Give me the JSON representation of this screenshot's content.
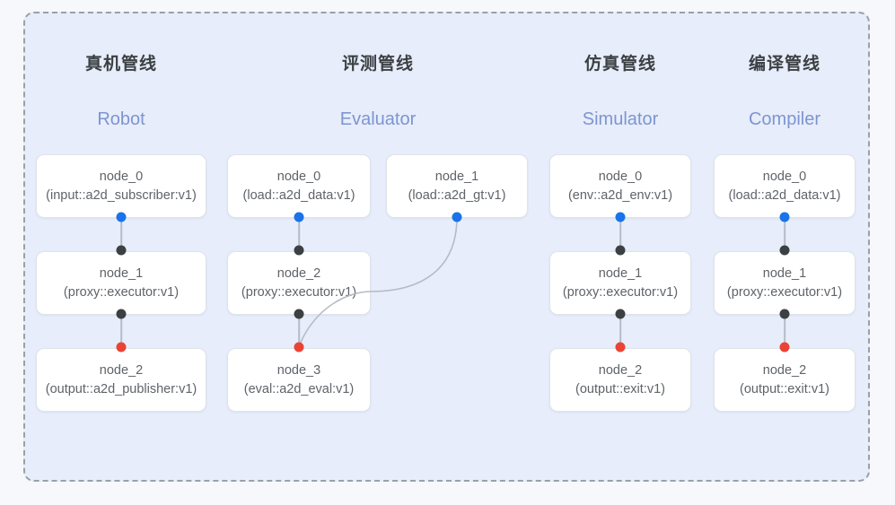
{
  "diagram": {
    "background_color": "#f7f8fb",
    "panel_color": "#e7edfa",
    "frame_border_color": "#9aa0a6",
    "port_colors": {
      "input": "#1a73e8",
      "internal": "#3c4043",
      "output": "#ea4335"
    },
    "link_color": "#b6bcc6",
    "title_color": "#3c4043",
    "subtitle_color": "#7d95d0",
    "node_text_color": "#5f6368"
  },
  "columns": [
    {
      "title_cn": "真机管线",
      "title_en": "Robot",
      "nodes": [
        {
          "id": "node_0",
          "type": "(input::a2d_subscriber:v1)"
        },
        {
          "id": "node_1",
          "type": "(proxy::executor:v1)"
        },
        {
          "id": "node_2",
          "type": "(output::a2d_publisher:v1)"
        }
      ]
    },
    {
      "title_cn": "评测管线",
      "title_en": "Evaluator",
      "nodes": [
        {
          "id": "node_0",
          "type": "(load::a2d_data:v1)"
        },
        {
          "id": "node_1",
          "type": "(load::a2d_gt:v1)"
        },
        {
          "id": "node_2",
          "type": "(proxy::executor:v1)"
        },
        {
          "id": "node_3",
          "type": "(eval::a2d_eval:v1)"
        }
      ]
    },
    {
      "title_cn": "仿真管线",
      "title_en": "Simulator",
      "nodes": [
        {
          "id": "node_0",
          "type": "(env::a2d_env:v1)"
        },
        {
          "id": "node_1",
          "type": "(proxy::executor:v1)"
        },
        {
          "id": "node_2",
          "type": "(output::exit:v1)"
        }
      ]
    },
    {
      "title_cn": "编译管线",
      "title_en": "Compiler",
      "nodes": [
        {
          "id": "node_0",
          "type": "(load::a2d_data:v1)"
        },
        {
          "id": "node_1",
          "type": "(proxy::executor:v1)"
        },
        {
          "id": "node_2",
          "type": "(output::exit:v1)"
        }
      ]
    }
  ]
}
